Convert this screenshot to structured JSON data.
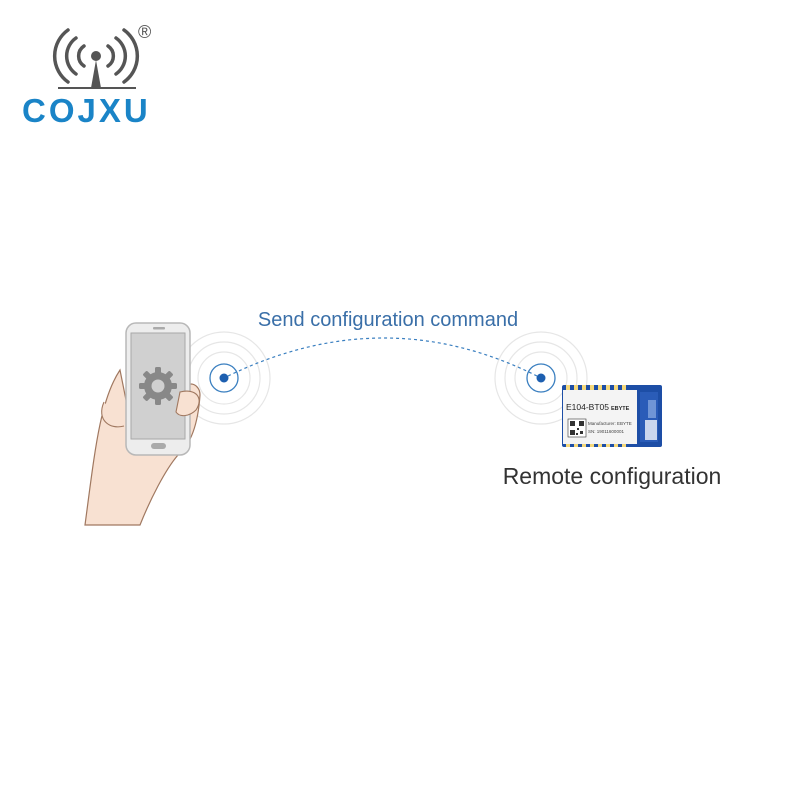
{
  "brand": {
    "name": "COJXU",
    "registered_mark": "®",
    "logo_color": "#1a84c7",
    "logo_icon": "antenna-broadcast-icon"
  },
  "diagram": {
    "link_label": "Send configuration command",
    "target_label": "Remote configuration",
    "link_color": "#3a7fc0",
    "phone_icon": "gear-icon",
    "module": {
      "model": "E104-BT05",
      "brand": "EBYTE",
      "manufacturer": "Manufacturer: EBYTE",
      "serial": "SN: 19011600001",
      "board_color": "#1d4ea6"
    }
  }
}
